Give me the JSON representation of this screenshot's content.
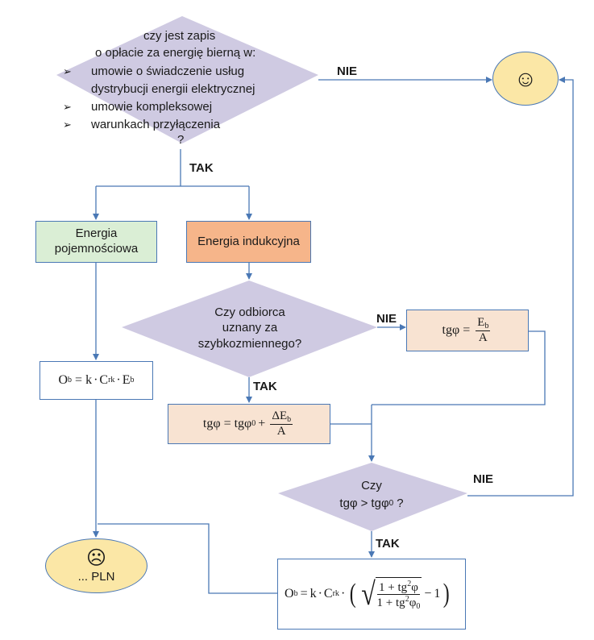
{
  "colors": {
    "connector": "#4a78b5",
    "decision_fill": "#cfcae2",
    "green_fill": "#daeed5",
    "orange_fill": "#f6b58a",
    "peach_fill": "#f8e3d2",
    "oval_fill": "#fbe7a6"
  },
  "top_decision": {
    "line1": "czy jest zapis",
    "line2": "o opłacie za energię bierną w:",
    "bullet_icon": "arrowhead-bullet-icon",
    "bullets": [
      "umowie o świadczenie usług",
      "dystrybucji energii elektrycznej",
      "umowie kompleksowej",
      "warunkach przyłączenia"
    ],
    "question_mark": "?"
  },
  "labels": {
    "yes": "TAK",
    "no": "NIE"
  },
  "capacitive": {
    "line1": "Energia",
    "line2": "pojemnościowa"
  },
  "inductive": {
    "label": "Energia indukcyjna"
  },
  "decision2": {
    "line1": "Czy odbiorca",
    "line2": "uznany za",
    "line3": "szybkozmiennego?"
  },
  "decision3": {
    "line1": "Czy"
  },
  "formulas": {
    "tg": "tg",
    "phi": "φ",
    "equals": "=",
    "plus": "+",
    "minus": "−",
    "dot": "·",
    "greater": ">",
    "question": "?",
    "E": "E",
    "A": "A",
    "delta_E": "ΔE",
    "O": "O",
    "b": "b",
    "k": "k",
    "C": "C",
    "rk": "rk",
    "zero": "0",
    "one": "1",
    "one_plus_tg": "1 + tg",
    "two": "2"
  },
  "happy_icon": "smiley-face-icon",
  "sad_icon": "frowning-face-icon",
  "sad_label": "... PLN"
}
